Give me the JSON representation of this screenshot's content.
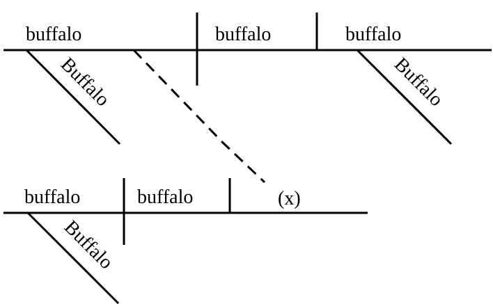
{
  "diagram": {
    "main_clause": {
      "subject": "buffalo",
      "verb": "buffalo",
      "object": "buffalo",
      "subject_modifier": "Buffalo",
      "object_modifier": "Buffalo"
    },
    "relative_clause": {
      "subject": "buffalo",
      "verb": "buffalo",
      "object": "(x)",
      "subject_modifier": "Buffalo"
    }
  }
}
